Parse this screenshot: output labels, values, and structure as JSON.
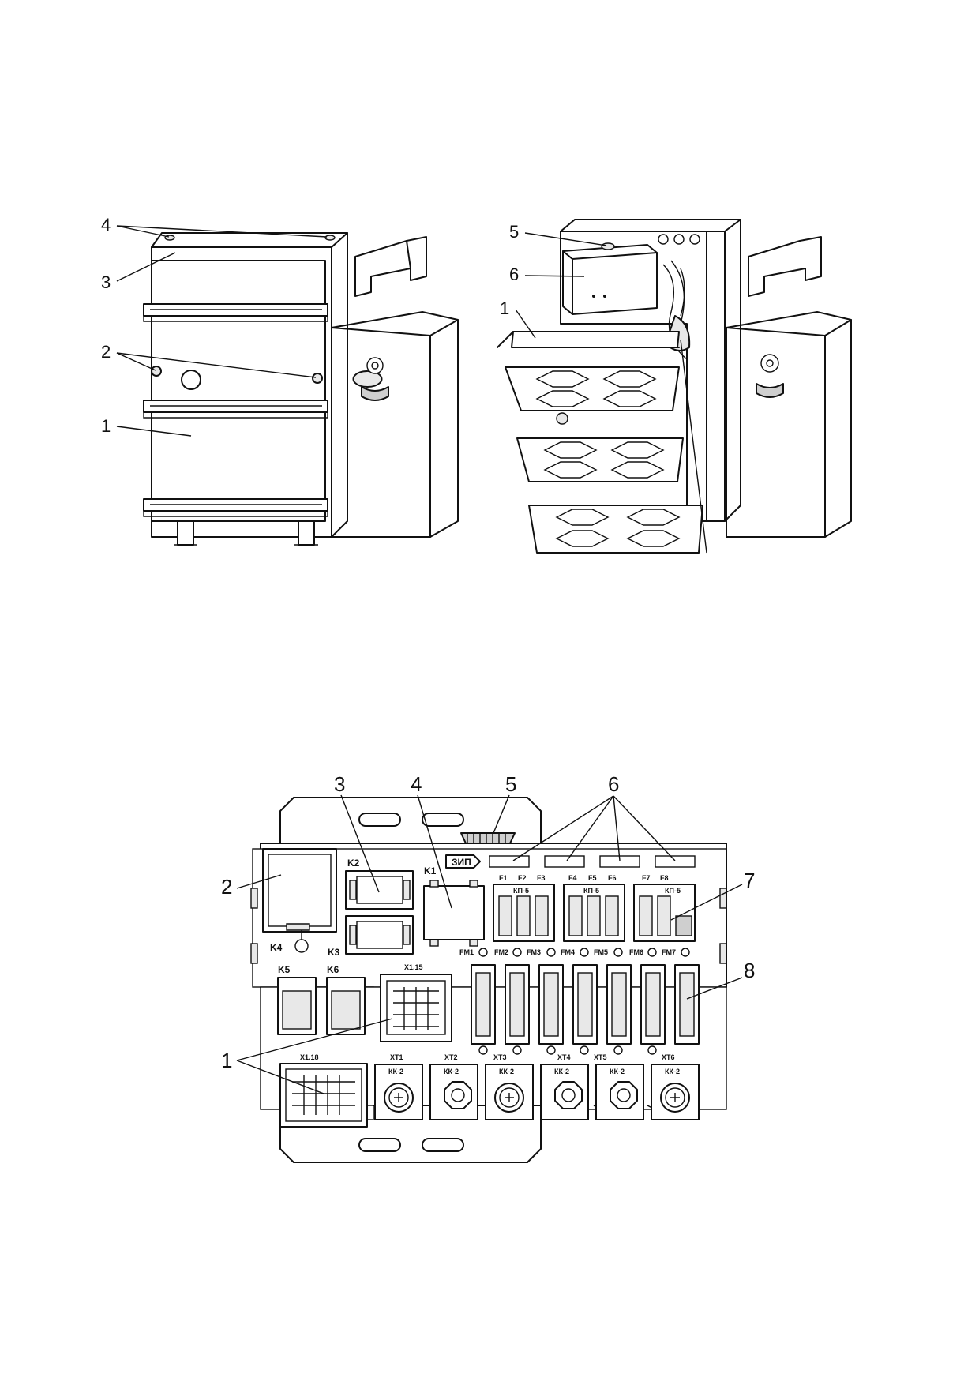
{
  "figure_top_left": {
    "callouts": [
      "4",
      "3",
      "2",
      "1"
    ]
  },
  "figure_top_right": {
    "callouts": [
      "5",
      "6",
      "1"
    ]
  },
  "figure_bottom": {
    "callouts": [
      "3",
      "4",
      "5",
      "6",
      "2",
      "7",
      "8",
      "1"
    ],
    "zip_label": "ЗИП",
    "relays": [
      "K2",
      "K1",
      "K4",
      "K3",
      "K5",
      "K6"
    ],
    "connectors": [
      "X1.15",
      "X1.18"
    ],
    "fuse_labels": [
      "F1",
      "F2",
      "F3",
      "F4",
      "F5",
      "F6",
      "F7",
      "F8"
    ],
    "fuse_blocks": [
      "КП-5",
      "КП-5",
      "КП-5"
    ],
    "fuse_mounts": [
      "FM1",
      "FM2",
      "FM3",
      "FM4",
      "FM5",
      "FM6",
      "FM7"
    ],
    "terminals": [
      "XT1",
      "XT2",
      "XT3",
      "XT4",
      "XT5",
      "XT6"
    ],
    "terminal_types": [
      "КК-2",
      "КК-2",
      "КК-2",
      "КК-2",
      "КК-2",
      "КК-2"
    ]
  }
}
